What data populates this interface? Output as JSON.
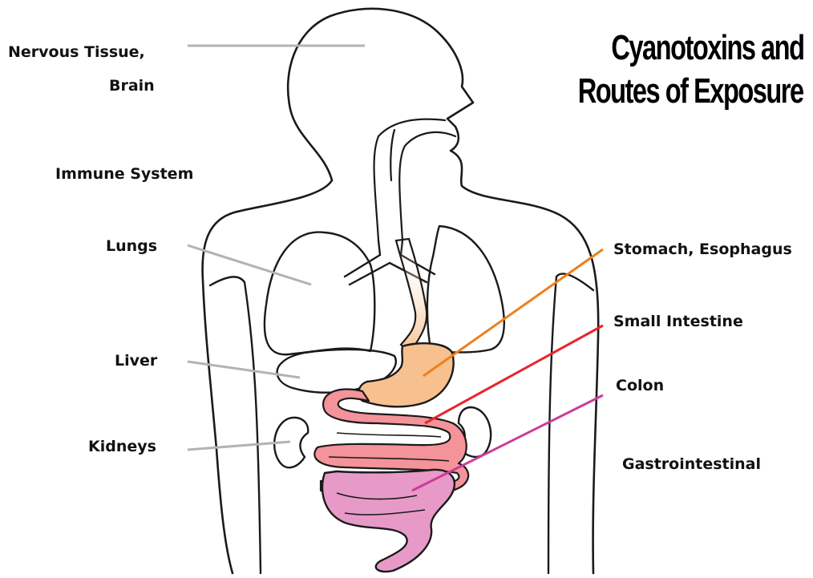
{
  "title": {
    "line1": "Cyanotoxins and",
    "line2": "Routes of Exposure"
  },
  "labels": {
    "nervous_tissue_line1": "Nervous Tissue,",
    "nervous_tissue_line2": "Brain",
    "immune_system": "Immune System",
    "lungs": "Lungs",
    "liver": "Liver",
    "kidneys": "Kidneys",
    "stomach": "Stomach, Esophagus",
    "small_intestine": "Small Intestine",
    "colon": "Colon",
    "gastrointestinal": "Gastrointestinal"
  },
  "colors": {
    "outline": "#1a1a1a",
    "gray_leader": "#b3b3b3",
    "stomach": "#f7c08f",
    "stomach_leader": "#f07f1a",
    "small_intestine": "#f4939a",
    "small_intestine_leader": "#e8252d",
    "colon": "#e79ac8",
    "colon_leader": "#cc3b9a"
  }
}
